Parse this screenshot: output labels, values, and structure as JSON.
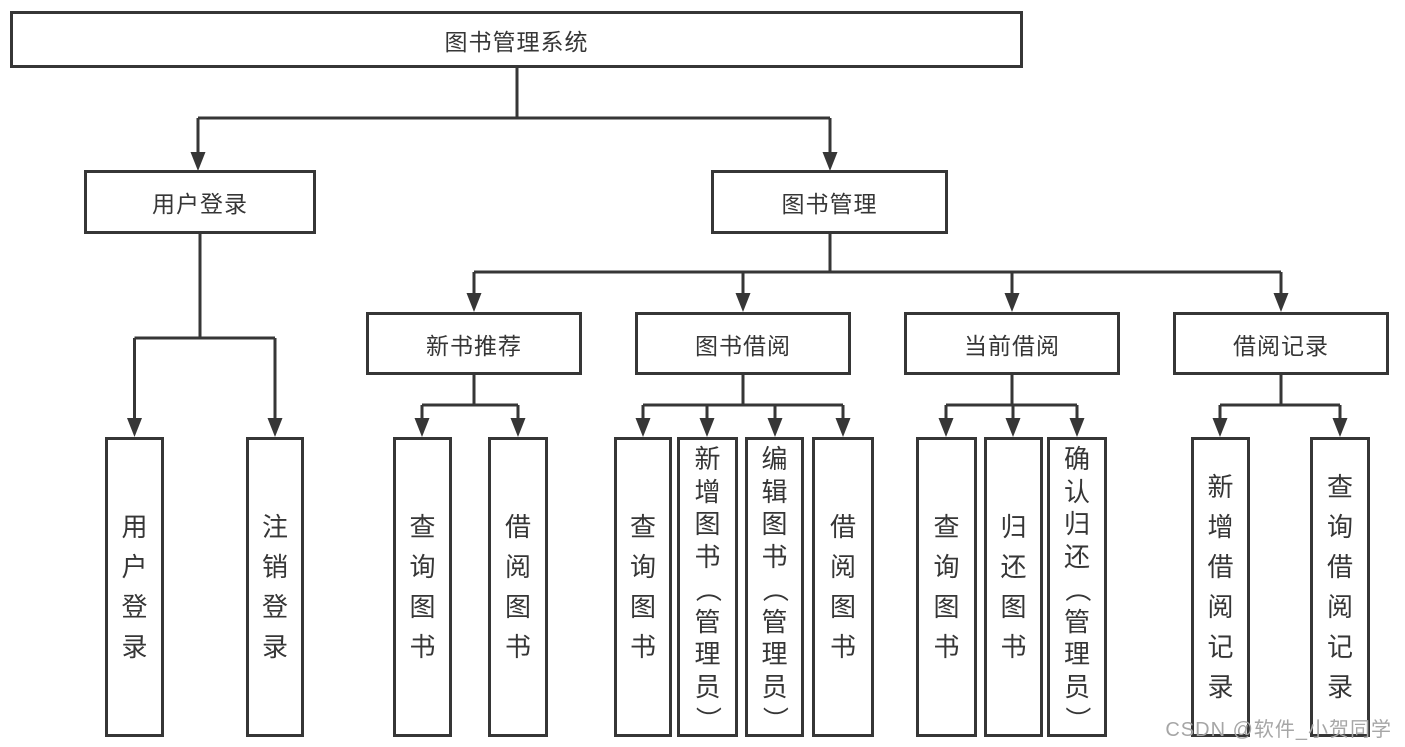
{
  "diagram": {
    "root": {
      "label": "图书管理系统"
    },
    "branches": [
      {
        "label": "用户登录",
        "children": [
          {
            "label": "用户登录"
          },
          {
            "label": "注销登录"
          }
        ]
      },
      {
        "label": "图书管理",
        "sections": [
          {
            "label": "新书推荐",
            "children": [
              {
                "label": "查询图书"
              },
              {
                "label": "借阅图书"
              }
            ]
          },
          {
            "label": "图书借阅",
            "children": [
              {
                "label": "查询图书"
              },
              {
                "label": "新增图书（管理员）"
              },
              {
                "label": "编辑图书（管理员）"
              },
              {
                "label": "借阅图书"
              }
            ]
          },
          {
            "label": "当前借阅",
            "children": [
              {
                "label": "查询图书"
              },
              {
                "label": "归还图书"
              },
              {
                "label": "确认归还（管理员）"
              }
            ]
          },
          {
            "label": "借阅记录",
            "children": [
              {
                "label": "新增借阅记录"
              },
              {
                "label": "查询借阅记录"
              }
            ]
          }
        ]
      }
    ]
  },
  "watermark": {
    "text": "CSDN @软件_小贺同学"
  },
  "colors": {
    "line": "#363636",
    "border": "#363636",
    "text": "#363636",
    "background": "#ffffff",
    "watermark": "#a6a6a6"
  }
}
